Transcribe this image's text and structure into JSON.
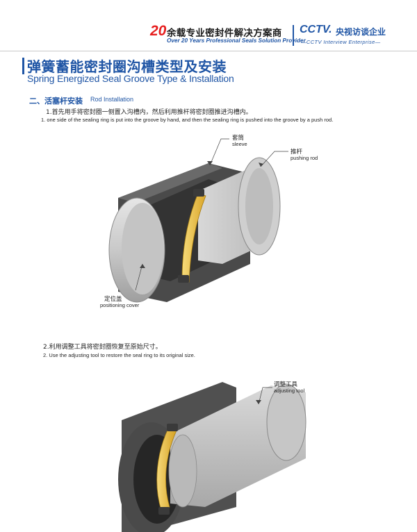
{
  "header": {
    "number": "20",
    "cn_title": "余载专业密封件解决方案商",
    "en_title": "Over 20 Years Professional Seals Solution Provider",
    "brand": "CCTV.",
    "brand_cn": "央视访谈企业",
    "brand_en": "—CCTV Interview Enterprise—"
  },
  "title": {
    "cn": "弹簧蓄能密封圈沟槽类型及安装",
    "en": "Spring Energized Seal Groove Type & Installation"
  },
  "section": {
    "cn": "二、活塞杆安装",
    "en": "Rod Installation"
  },
  "step1": {
    "cn": "1.首先用手将密封圈一侧置入沟槽内，然后利用推杆将密封圈推进沟槽内。",
    "en": "1. one side of the sealing ring is put into the groove by hand, and then the sealing ring is pushed into the groove by a push rod."
  },
  "step2": {
    "cn": "2.利用调整工具将密封圈恢复至原始尺寸。",
    "en": "2. Use the adjusting tool to restore the seal ring to its original size."
  },
  "labels": {
    "sleeve_cn": "套筒",
    "sleeve_en": "sleeve",
    "pushing_rod_cn": "推杆",
    "pushing_rod_en": "pushing rod",
    "positioning_cover_cn": "定位盖",
    "positioning_cover_en": "positioning cover",
    "adjusting_tool_cn": "调整工具",
    "adjusting_tool_en": "adjusting tool"
  },
  "colors": {
    "brand_blue": "#1f55a5",
    "accent_red": "#e61e1e",
    "seal_yellow": "#f0c84a",
    "steel_dark": "#4a4a4a",
    "steel_light": "#cfcfcf"
  }
}
